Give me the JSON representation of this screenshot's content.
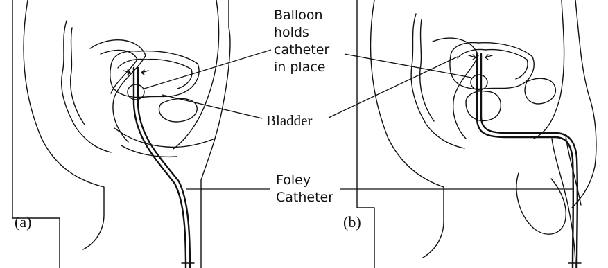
{
  "labels": {
    "balloon_line1": "Balloon",
    "balloon_line2": "holds",
    "balloon_line3": "catheter",
    "balloon_line4": "in place",
    "bladder": "Bladder",
    "foley_line1": "Foley",
    "foley_line2": "Catheter"
  },
  "panels": {
    "a_tag": "(a)",
    "b_tag": "(b)"
  }
}
